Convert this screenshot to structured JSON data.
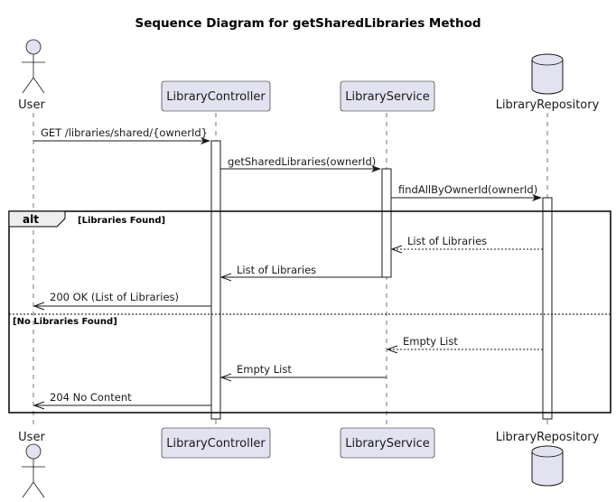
{
  "title": "Sequence Diagram for getSharedLibraries Method",
  "participants": {
    "user": "User",
    "controller": "LibraryController",
    "service": "LibraryService",
    "repository": "LibraryRepository"
  },
  "messages": [
    {
      "label": "GET /libraries/shared/{ownerId}",
      "type": "sync"
    },
    {
      "label": "getSharedLibraries(ownerId)",
      "type": "sync"
    },
    {
      "label": "findAllByOwnerId(ownerId)",
      "type": "sync"
    },
    {
      "label": "List of Libraries",
      "type": "return"
    },
    {
      "label": "List of Libraries",
      "type": "sync"
    },
    {
      "label": "200 OK (List of Libraries)",
      "type": "sync"
    },
    {
      "label": "Empty List",
      "type": "return"
    },
    {
      "label": "Empty List",
      "type": "sync"
    },
    {
      "label": "204 No Content",
      "type": "sync"
    }
  ],
  "fragment": {
    "operator": "alt",
    "guard1": "[Libraries Found]",
    "guard2": "[No Libraries Found]"
  }
}
